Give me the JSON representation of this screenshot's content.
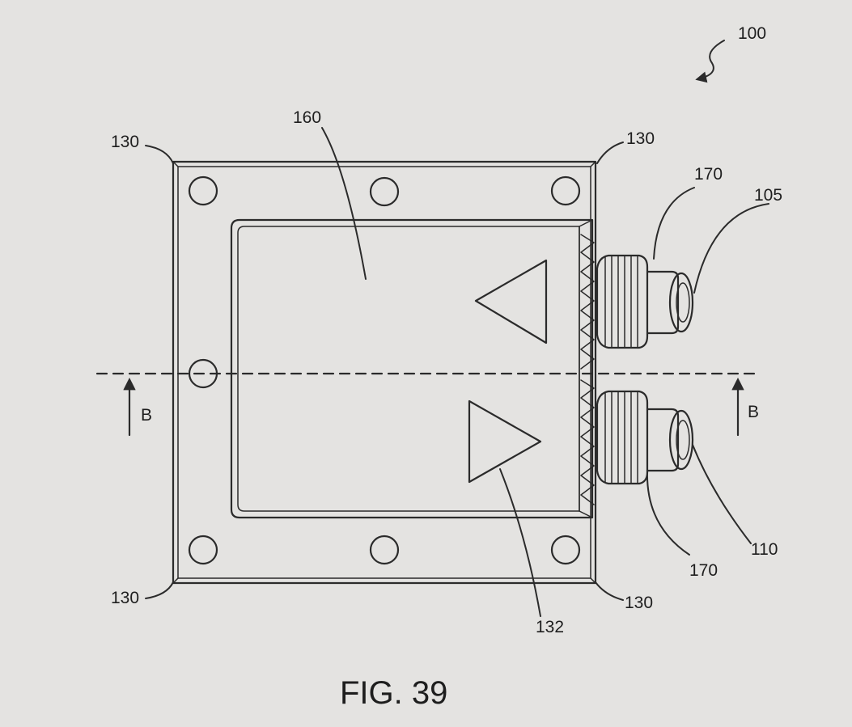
{
  "figure": {
    "caption": "FIG. 39",
    "refs": {
      "device": "100",
      "cover": "160",
      "hole_top_left": "130",
      "hole_top_right": "130",
      "hole_bottom_left": "130",
      "hole_bottom_right": "130",
      "connector_top": "170",
      "connector_bottom": "170",
      "port_top": "105",
      "port_bottom": "110",
      "direction_arrow": "132"
    },
    "section": {
      "left": "B",
      "right": "B"
    }
  }
}
